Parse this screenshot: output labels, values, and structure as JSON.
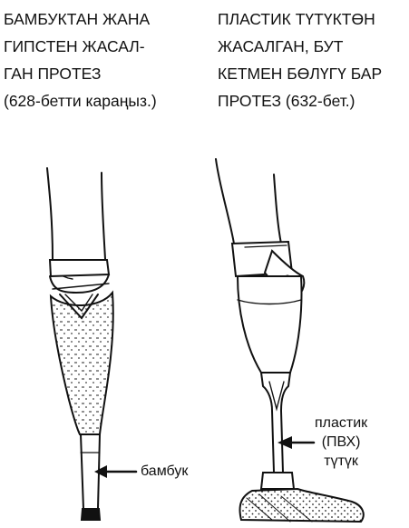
{
  "left_caption": {
    "lines": [
      "БАМБУКТАН ЖАНА",
      "ГИПСТЕН ЖАСАЛ-",
      "ГАН ПРОТЕЗ",
      "(628-бетти караңыз.)"
    ]
  },
  "right_caption": {
    "lines": [
      "ПЛАСТИК ТҮТҮКТӨН",
      "ЖАСАЛГАН, БУТ",
      "КЕТМЕН БӨЛҮГҮ БАР",
      "ПРОТЕЗ (632-бет.)"
    ]
  },
  "labels": {
    "bamboo": "бамбук",
    "plastic_lines": [
      "пластик",
      "(ПВХ)",
      "түтүк"
    ]
  },
  "colors": {
    "ink": "#111111",
    "background": "#ffffff"
  }
}
